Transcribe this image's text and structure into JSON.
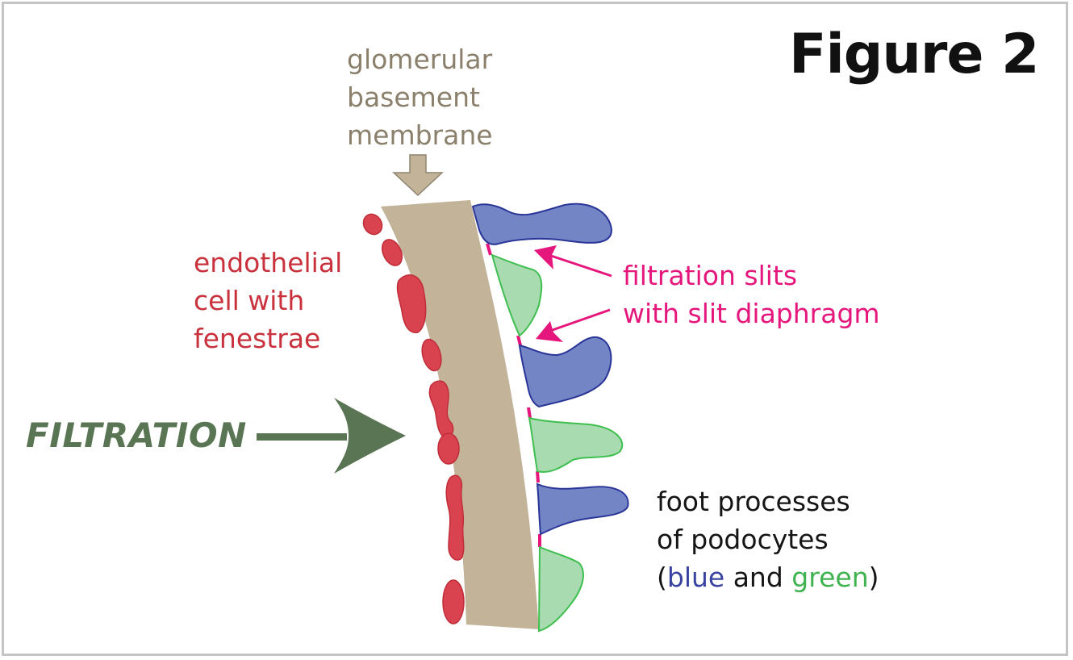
{
  "figure": {
    "title": "Figure 2",
    "labels": {
      "gbm": [
        "glomerular",
        "basement",
        "membrane"
      ],
      "endothelial": [
        "endothelial",
        "cell with",
        "fenestrae"
      ],
      "slits": [
        "filtration slits",
        "with slit diaphragm"
      ],
      "feet": {
        "line1": "foot processes",
        "line2": "of podocytes",
        "open_paren": "(",
        "blue_word": "blue",
        "and_word": " and ",
        "green_word": "green",
        "close_paren": ")"
      },
      "filtration": "FILTRATION"
    },
    "colors": {
      "membrane": "#c2b399",
      "endothelial": "#d9434f",
      "podocyte_blue": "#7485c6",
      "podocyte_blue_outline": "#2a3598",
      "podocyte_green": "#a8dbb0",
      "podocyte_green_outline": "#3fbf4f",
      "slit": "#e5177d",
      "filtration_arrow": "#5a7553",
      "gbm_arrow": "#c2b399"
    }
  }
}
